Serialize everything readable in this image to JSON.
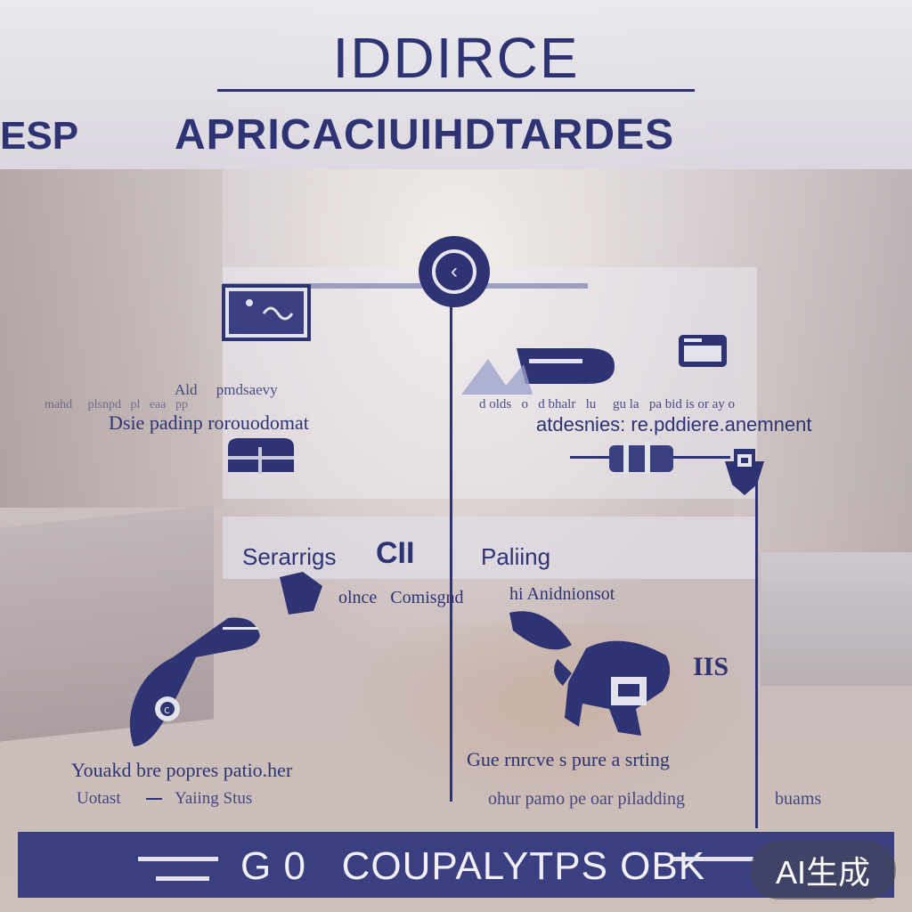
{
  "header": {
    "title": "IDDIRCE",
    "subtitle": "APRICACIUIHDTARDES",
    "side_tag": "ESP"
  },
  "left_block": {
    "caption_small": "Ald     pmdsaevy",
    "caption_faint": "mahd     plsnpd   pl   eaa   pp",
    "caption": "Dsie padinp rorouodomat"
  },
  "right_block": {
    "caption_small": "d olds   o   d bhalr   lu     gu la   pa bid is or ay o",
    "caption": "atdesnies: re.pddiere.anemnent"
  },
  "middle_block": {
    "left_label": "Serarrigs",
    "right_label": "Paliing",
    "center_glyphs": "CII",
    "left_sub": "olnce   Comisgnd",
    "right_sub": "hi Anidnionsot",
    "side_mark": "IIS"
  },
  "bottom_left": {
    "line1": "Youakd bre popres patio.her",
    "line2_a": "Uotast",
    "line2_b": "Yaiing Stus"
  },
  "bottom_right": {
    "line1": "Gue rnrcve s pure a srting",
    "line2_a": "ohur pamo pe oar piladding",
    "line2_b": "buams"
  },
  "footer": {
    "text": "G 0   COUPALYTPS OBK"
  },
  "watermark": {
    "text": "AI生成"
  },
  "colors": {
    "navy": "#2e3373",
    "footer_bg": "#3a3f82",
    "line_accent": "#5b62a6"
  }
}
